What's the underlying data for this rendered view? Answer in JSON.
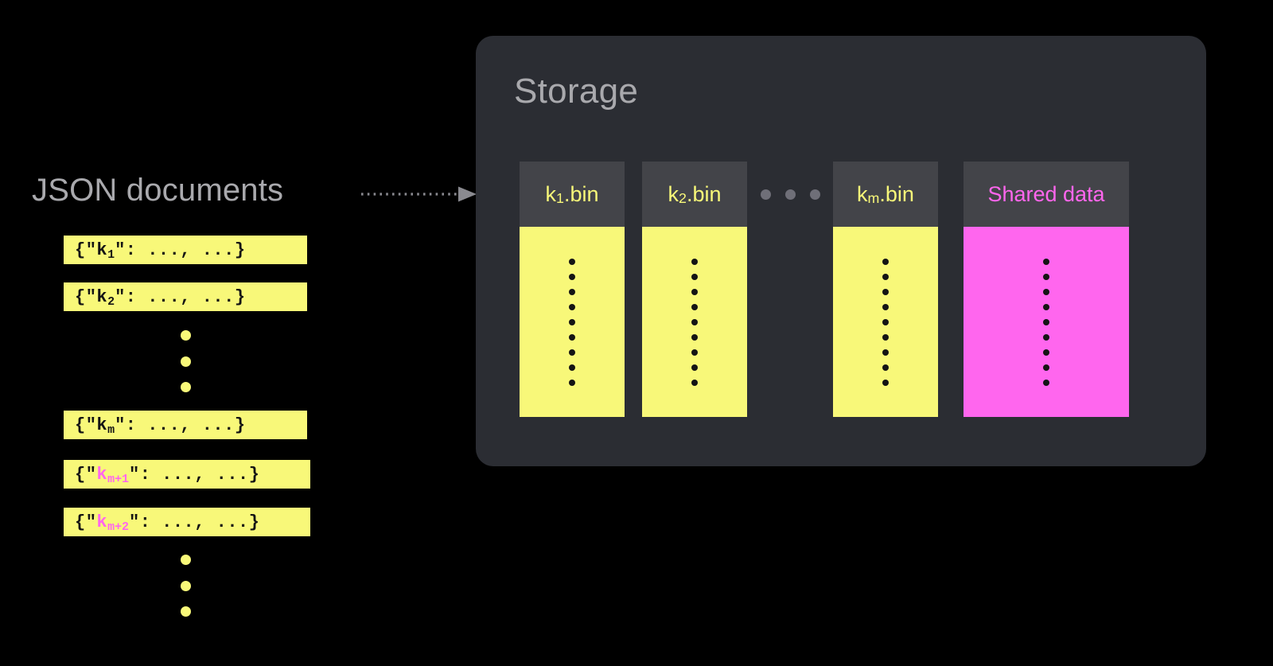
{
  "diagram": {
    "title_left": "JSON documents",
    "connector": {
      "icon": "dotted-arrow-right",
      "color": "#8a8a90"
    }
  },
  "colors": {
    "background": "#000000",
    "panel": "#2b2d33",
    "column_header": "#434449",
    "yellow": "#f8f879",
    "magenta": "#ff66ee",
    "label_gray": "#a9a9ad",
    "dot_gray": "#6f6f78",
    "text_dark": "#141414"
  },
  "json_documents": {
    "label": "JSON documents",
    "rows": [
      {
        "type": "doc",
        "prefix": "{\"",
        "key": "k",
        "sub": "1",
        "suffix": "\": ...,  ...}",
        "accent": false
      },
      {
        "type": "doc",
        "prefix": "{\"",
        "key": "k",
        "sub": "2",
        "suffix": "\": ...,  ...}",
        "accent": false
      },
      {
        "type": "ellipsis",
        "dots": 3
      },
      {
        "type": "doc",
        "prefix": "{\"",
        "key": "k",
        "sub": "m",
        "suffix": "\": ...,  ...}",
        "accent": false
      },
      {
        "type": "doc",
        "prefix": "{\"",
        "key": "k",
        "sub": "m+1",
        "suffix": "\": ...,  ...}",
        "accent": true
      },
      {
        "type": "doc",
        "prefix": "{\"",
        "key": "k",
        "sub": "m+2",
        "suffix": "\": ...,  ...}",
        "accent": true
      },
      {
        "type": "ellipsis",
        "dots": 3
      }
    ]
  },
  "storage": {
    "title": "Storage",
    "columns": [
      {
        "name": "k1-bin",
        "label_prefix": "k",
        "label_sub": "1",
        "label_suffix": ".bin",
        "label_color": "yellow",
        "body_color": "yellow",
        "dots": 9
      },
      {
        "name": "k2-bin",
        "label_prefix": "k",
        "label_sub": "2",
        "label_suffix": ".bin",
        "label_color": "yellow",
        "body_color": "yellow",
        "dots": 9
      },
      {
        "name": "ellipsis",
        "type": "ellipsis",
        "dots": 3
      },
      {
        "name": "km-bin",
        "label_prefix": "k",
        "label_sub": "m",
        "label_suffix": ".bin",
        "label_color": "yellow",
        "body_color": "yellow",
        "dots": 9
      },
      {
        "name": "shared-data",
        "label_prefix": "Shared data",
        "label_sub": "",
        "label_suffix": "",
        "label_color": "pink",
        "body_color": "pink",
        "dots": 9
      }
    ]
  }
}
